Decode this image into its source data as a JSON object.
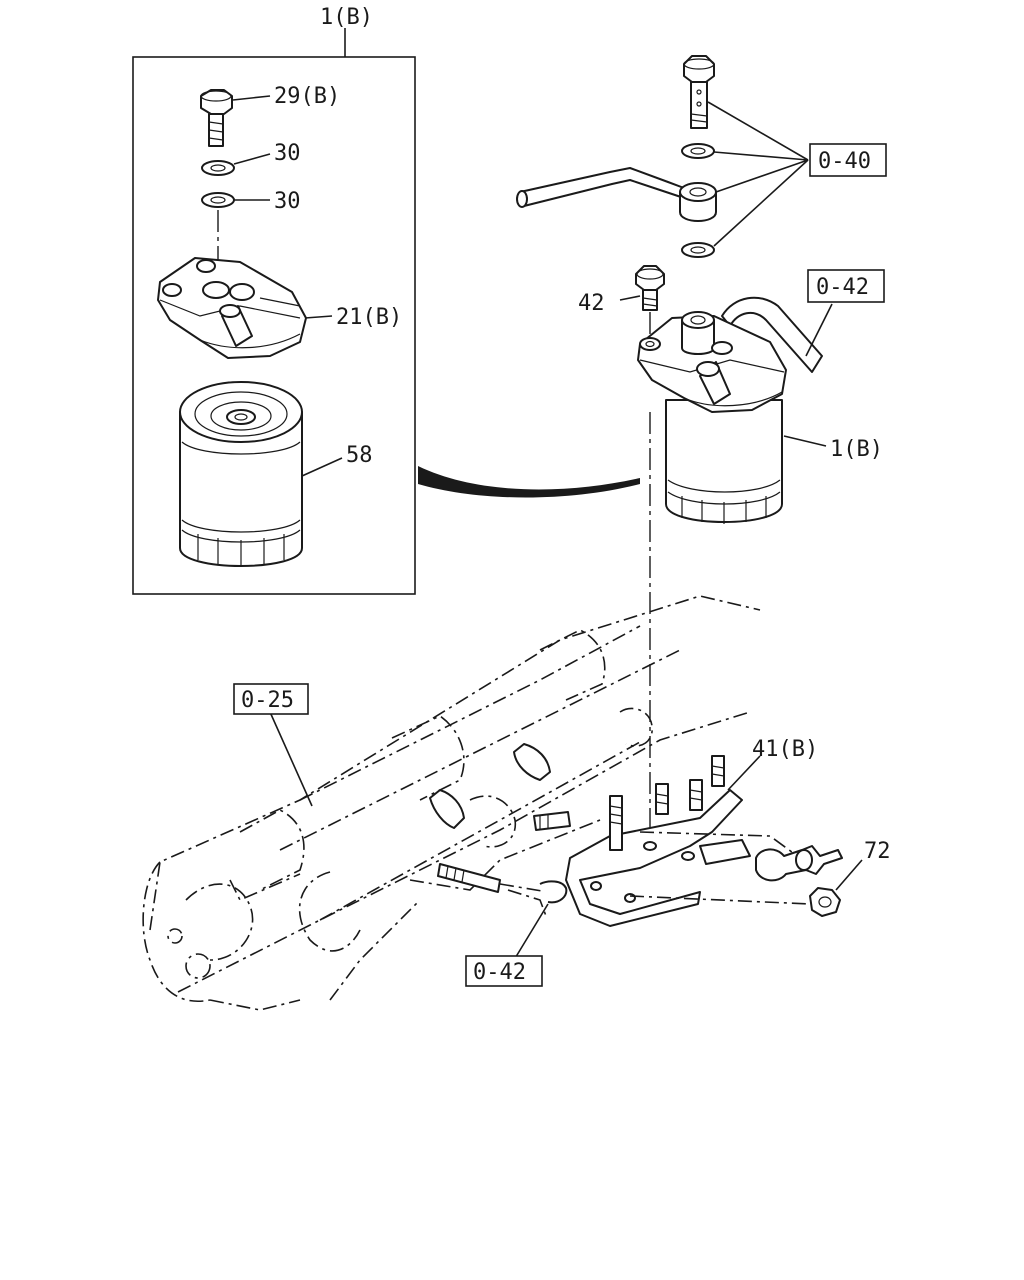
{
  "callouts": {
    "assembly_top": "1(B)",
    "bolt": "29(B)",
    "washer_upper": "30",
    "washer_lower": "30",
    "filter_head": "21(B)",
    "filter_element": "58",
    "bolt_42": "42",
    "filter_assembly": "1(B)",
    "bracket": "41(B)",
    "nut": "72"
  },
  "references": {
    "ref_0_40": "0-40",
    "ref_0_42_top": "0-42",
    "ref_0_25": "0-25",
    "ref_0_42_bottom": "0-42"
  }
}
